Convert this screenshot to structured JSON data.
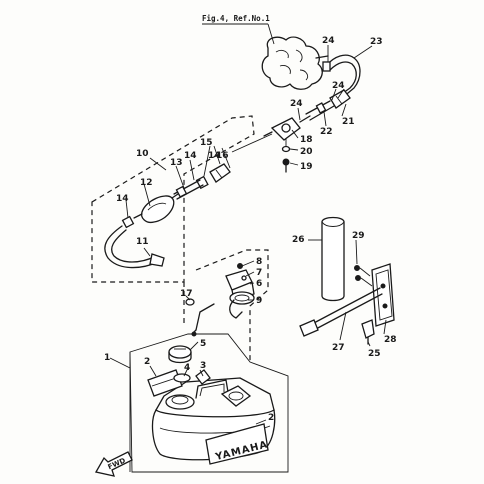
{
  "diagram": {
    "reference_label": "Fig.4, Ref.No.1",
    "brand_text": "YAMAHA",
    "direction_label": "FWD",
    "callouts": [
      {
        "id": "c1",
        "label": "1"
      },
      {
        "id": "c2a",
        "label": "2"
      },
      {
        "id": "c2b",
        "label": "2"
      },
      {
        "id": "c3",
        "label": "3"
      },
      {
        "id": "c4",
        "label": "4"
      },
      {
        "id": "c5",
        "label": "5"
      },
      {
        "id": "c6",
        "label": "6"
      },
      {
        "id": "c7",
        "label": "7"
      },
      {
        "id": "c8",
        "label": "8"
      },
      {
        "id": "c9",
        "label": "9"
      },
      {
        "id": "c10",
        "label": "10"
      },
      {
        "id": "c11",
        "label": "11"
      },
      {
        "id": "c12",
        "label": "12"
      },
      {
        "id": "c13",
        "label": "13"
      },
      {
        "id": "c14a",
        "label": "14"
      },
      {
        "id": "c14b",
        "label": "14"
      },
      {
        "id": "c14c",
        "label": "14"
      },
      {
        "id": "c15",
        "label": "15"
      },
      {
        "id": "c16",
        "label": "16"
      },
      {
        "id": "c17",
        "label": "17"
      },
      {
        "id": "c18",
        "label": "18"
      },
      {
        "id": "c19",
        "label": "19"
      },
      {
        "id": "c20",
        "label": "20"
      },
      {
        "id": "c21",
        "label": "21"
      },
      {
        "id": "c22",
        "label": "22"
      },
      {
        "id": "c23",
        "label": "23"
      },
      {
        "id": "c24a",
        "label": "24"
      },
      {
        "id": "c24b",
        "label": "24"
      },
      {
        "id": "c24c",
        "label": "24"
      },
      {
        "id": "c25",
        "label": "25"
      },
      {
        "id": "c26",
        "label": "26"
      },
      {
        "id": "c27",
        "label": "27"
      },
      {
        "id": "c28",
        "label": "28"
      },
      {
        "id": "c29",
        "label": "29"
      }
    ]
  }
}
